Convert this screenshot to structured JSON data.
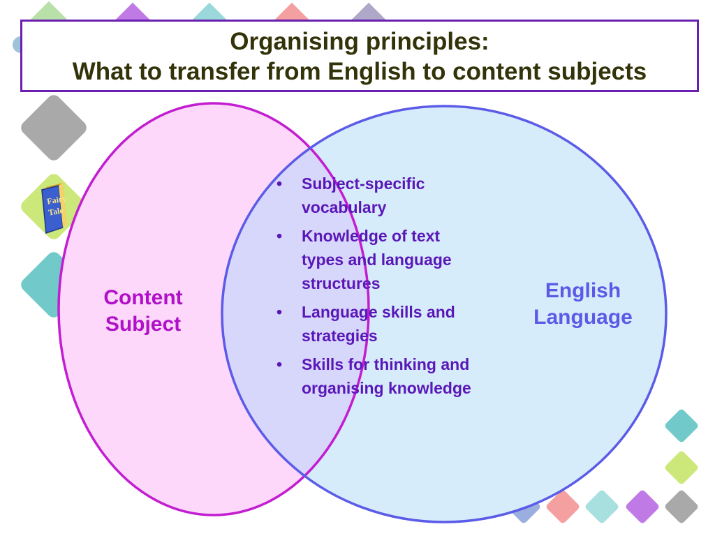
{
  "title": {
    "line1": "Organising principles:",
    "line2": "What to transfer from English to content subjects"
  },
  "diagram": {
    "left_set": "Content\nSubject",
    "right_set": "English\nLanguage",
    "overlap_items": [
      "Subject-specific vocabulary",
      "Knowledge of text types and language structures",
      "Language skills and strategies",
      "Skills for thinking and organising knowledge"
    ],
    "bullet_char": "•"
  },
  "colors": {
    "left_fill": "#fdd8fb",
    "left_stroke": "#c21dd0",
    "right_fill": "#d6ecfb",
    "right_stroke": "#5b5be8",
    "overlap_fill": "#d7d7fb",
    "title_border": "#6a1fb0",
    "bullet_text": "#5a17b8"
  },
  "decoration": {
    "book_cover_text": "Fairy Tale"
  }
}
